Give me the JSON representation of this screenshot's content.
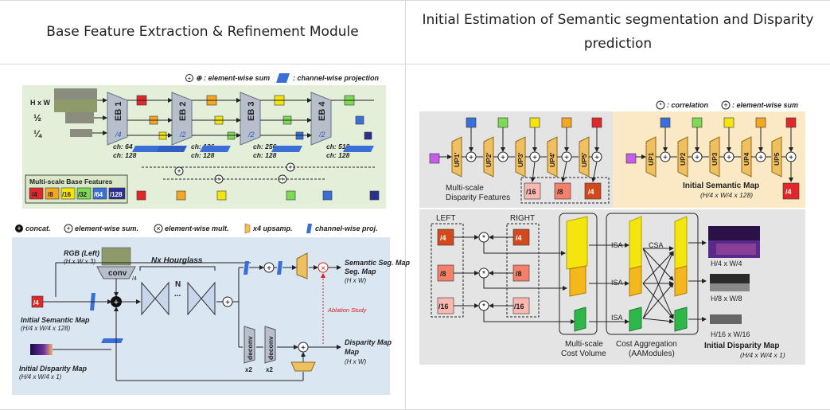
{
  "headers": {
    "left": "Base Feature Extraction & Refinement Module",
    "right": "Initial Estimation of Semantic segmentation and Disparity prediction"
  },
  "fig1": {
    "legend_sum": "⊕ : element-wise sum",
    "legend_proj": ": channel-wise projection",
    "input_full": "H x W",
    "input_half": "½",
    "input_quarter": "¼",
    "eb_labels": [
      "EB 1",
      "EB 2",
      "EB 3",
      "EB 4"
    ],
    "eb_scales": [
      "/4",
      "/2",
      "/2",
      "/2"
    ],
    "channels": [
      "ch: 64",
      "ch: 128",
      "ch: 126",
      "ch: 128",
      "ch: 256",
      "ch: 128",
      "ch: 512",
      "ch: 128"
    ],
    "ms_title": "Multi-scale Base Features",
    "ms_scales": [
      "/4",
      "/8",
      "/16",
      "/32",
      "/64",
      "/128"
    ]
  },
  "fig2": {
    "legend_concat": "concat.",
    "legend_sum": "element-wise sum.",
    "legend_mult": "element-wise mult.",
    "legend_up": "x4 upsamp.",
    "legend_proj": "channel-wise proj.",
    "rgb_label": "RGB (Left)",
    "rgb_dims": "(H x W x 3)",
    "conv": "conv",
    "conv_scale": "/4",
    "hourglass": "Nx Hourglass",
    "n": "N",
    "sem_input_scale": "/4",
    "init_sem": "Initial Semantic Map",
    "init_sem_dims": "(H/4 x W/4 x 128)",
    "init_disp": "Initial Disparity Map",
    "init_disp_dims": "(H/4 x W/4 x 1)",
    "deconv": "deconv",
    "x2": "x2",
    "out_sem": "Semantic Seg. Map",
    "out_sem_dims": "(H x W)",
    "out_disp": "Disparity Map",
    "out_disp_dims": "(H x W)",
    "ablation": "Ablation Study"
  },
  "fig3": {
    "legend_corr": ": correlation",
    "legend_sum": ": element-wise sum",
    "up_prime": [
      "UP1'",
      "UP2'",
      "UP3'",
      "UP4'",
      "UP5'"
    ],
    "up": [
      "UP1",
      "UP2",
      "UP3",
      "UP4",
      "UP5"
    ],
    "disp_feat_scales": [
      "/16",
      "/8",
      "/4"
    ],
    "disp_feat_label": "Multi-scale Disparity Features",
    "init_sem": "Initial Semantic Map",
    "init_sem_dims": "(H/4 x W/4 x 128)",
    "sem_scale": "/4",
    "left": "LEFT",
    "right": "RIGHT",
    "scales": [
      "/4",
      "/8",
      "/16"
    ],
    "isa": "ISA",
    "csa": "CSA",
    "cost_volume": "Multi-scale Cost Volume",
    "cost_agg": "Cost Aggregation (AAModules)",
    "out_dims": [
      "H/4 x W/4",
      "H/8 x W/8",
      "H/16 x W/16"
    ],
    "init_disp": "Initial Disparity Map",
    "init_disp_dims": "(H/4 x W/4 x 1)"
  },
  "colors": {
    "fig1_bg": "#e3efd9",
    "fig2_bg": "#dae6f2",
    "fig3_bg": "#e4e4e4",
    "fig3_sem_bg": "#fbe9c6",
    "red": "#e0282a",
    "orange": "#f5a623",
    "yellow": "#f4e50f",
    "green": "#7ed957",
    "blue": "#3b6fd8",
    "navy": "#2b2f8f",
    "purple": "#c45ee8"
  }
}
